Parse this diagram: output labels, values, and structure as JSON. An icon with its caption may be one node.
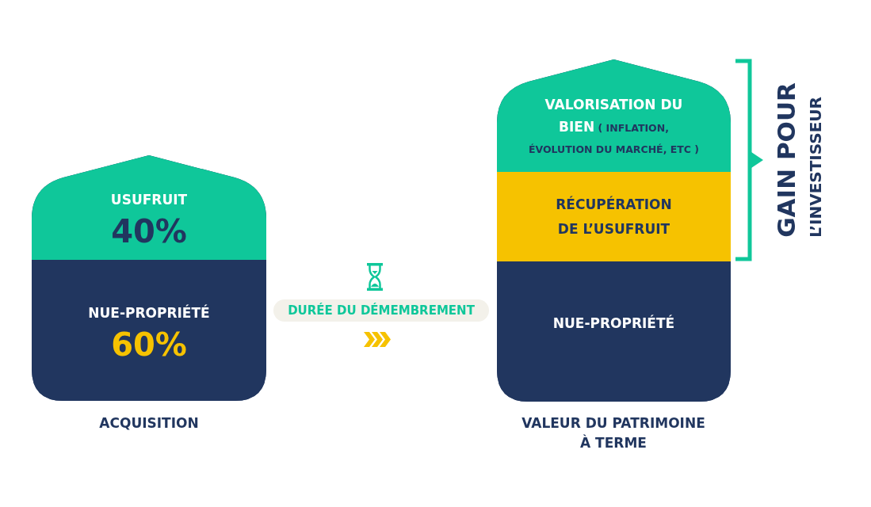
{
  "diagram": {
    "nodes": [
      {
        "text": [],
        "shape": "house",
        "beside": [
          "ACQUISITION"
        ]
      },
      {
        "text": [
          "USUFRUIT",
          "40%"
        ],
        "in": 0
      },
      {
        "text": [
          "NUE-PROPRIÉTÉ",
          "60%"
        ],
        "in": 0
      },
      {
        "text": [
          "DURÉE DU DÉMEMBREMENT"
        ]
      },
      {
        "text": [],
        "shape": "house",
        "beside": [
          "VALEUR DU PATRIMOINE À TERME"
        ]
      },
      {
        "text": [
          "**VALORISATION DU BIEN** ( INFLATION, ÉVOLUTION DU MARCHÉ, ETC )"
        ],
        "in": 4
      },
      {
        "text": [
          "RÉCUPÉRATION DE L’USUFRUIT"
        ],
        "in": 4
      },
      {
        "text": [
          "NUE-PROPRIÉTÉ"
        ],
        "in": 4
      }
    ],
    "labels": [
      "GAIN POUR",
      "L’INVESTISSEUR"
    ]
  }
}
